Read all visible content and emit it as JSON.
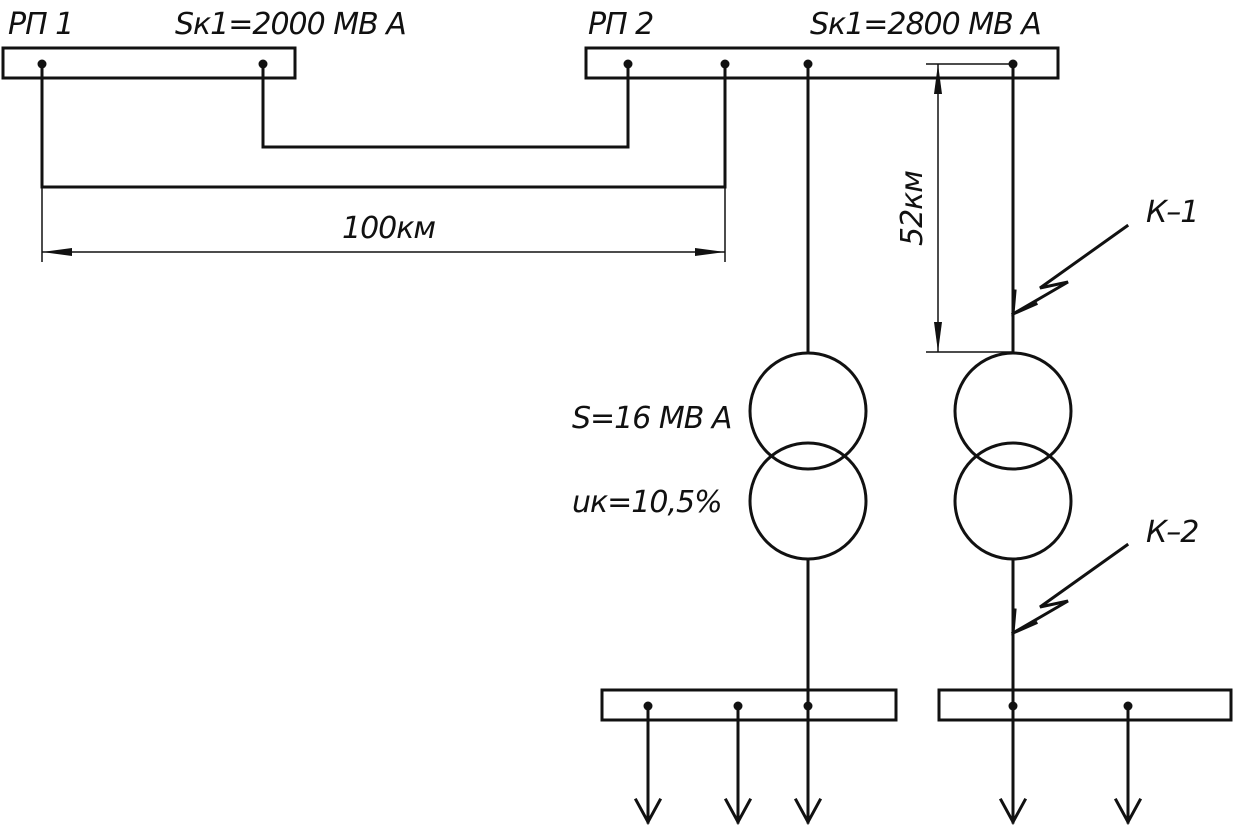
{
  "labels": {
    "rp1": "РП 1",
    "rp1_sk": "Sк1=2000 МВ А",
    "rp2": "РП 2",
    "rp2_sk": "Sк1=2800 МВ А",
    "dist_100": "100км",
    "dist_52": "52км",
    "k1": "К–1",
    "k2": "К–2",
    "transformer_s": "S=16 МВ А",
    "transformer_uk": "uк=10,5%"
  },
  "colors": {
    "stroke": "#111111",
    "background": "#ffffff"
  }
}
